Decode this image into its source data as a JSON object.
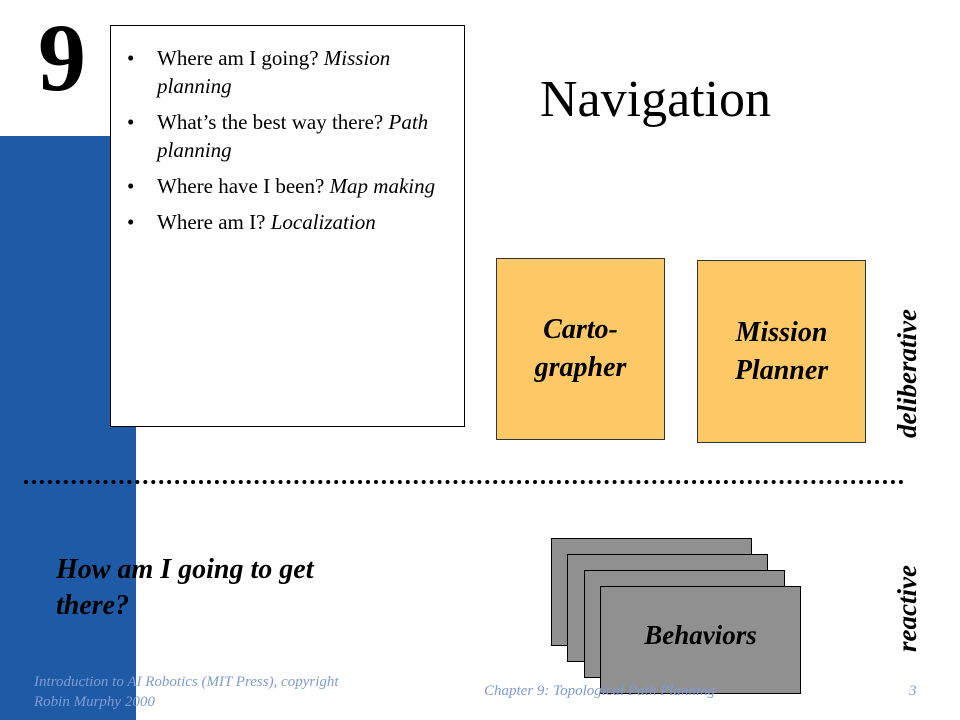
{
  "slide": {
    "chapter_number": "9",
    "title": "Navigation",
    "bullets": [
      {
        "text": "Where am I going? ",
        "emphasis": "Mission planning"
      },
      {
        "text": "What’s the best way there? ",
        "emphasis": "Path planning"
      },
      {
        "text": "Where have I been? ",
        "emphasis": "Map making"
      },
      {
        "text": "Where am I? ",
        "emphasis": "Localization"
      }
    ],
    "boxes": {
      "cartographer": "Carto-\ngrapher",
      "mission_planner": "Mission\nPlanner",
      "behaviors": "Behaviors"
    },
    "labels": {
      "deliberative": "deliberative",
      "reactive": "reactive"
    },
    "question": "How am I going to get there?",
    "footer": {
      "left": "Introduction to AI Robotics (MIT Press), copyright Robin Murphy 2000",
      "center": "Chapter 9: Topological Path Planning",
      "page": "3"
    },
    "colors": {
      "accent_bar": "#1f5aa6",
      "box_fill": "#fcc966",
      "behavior_fill": "#909090",
      "footer_text": "#7f9bd1"
    }
  }
}
